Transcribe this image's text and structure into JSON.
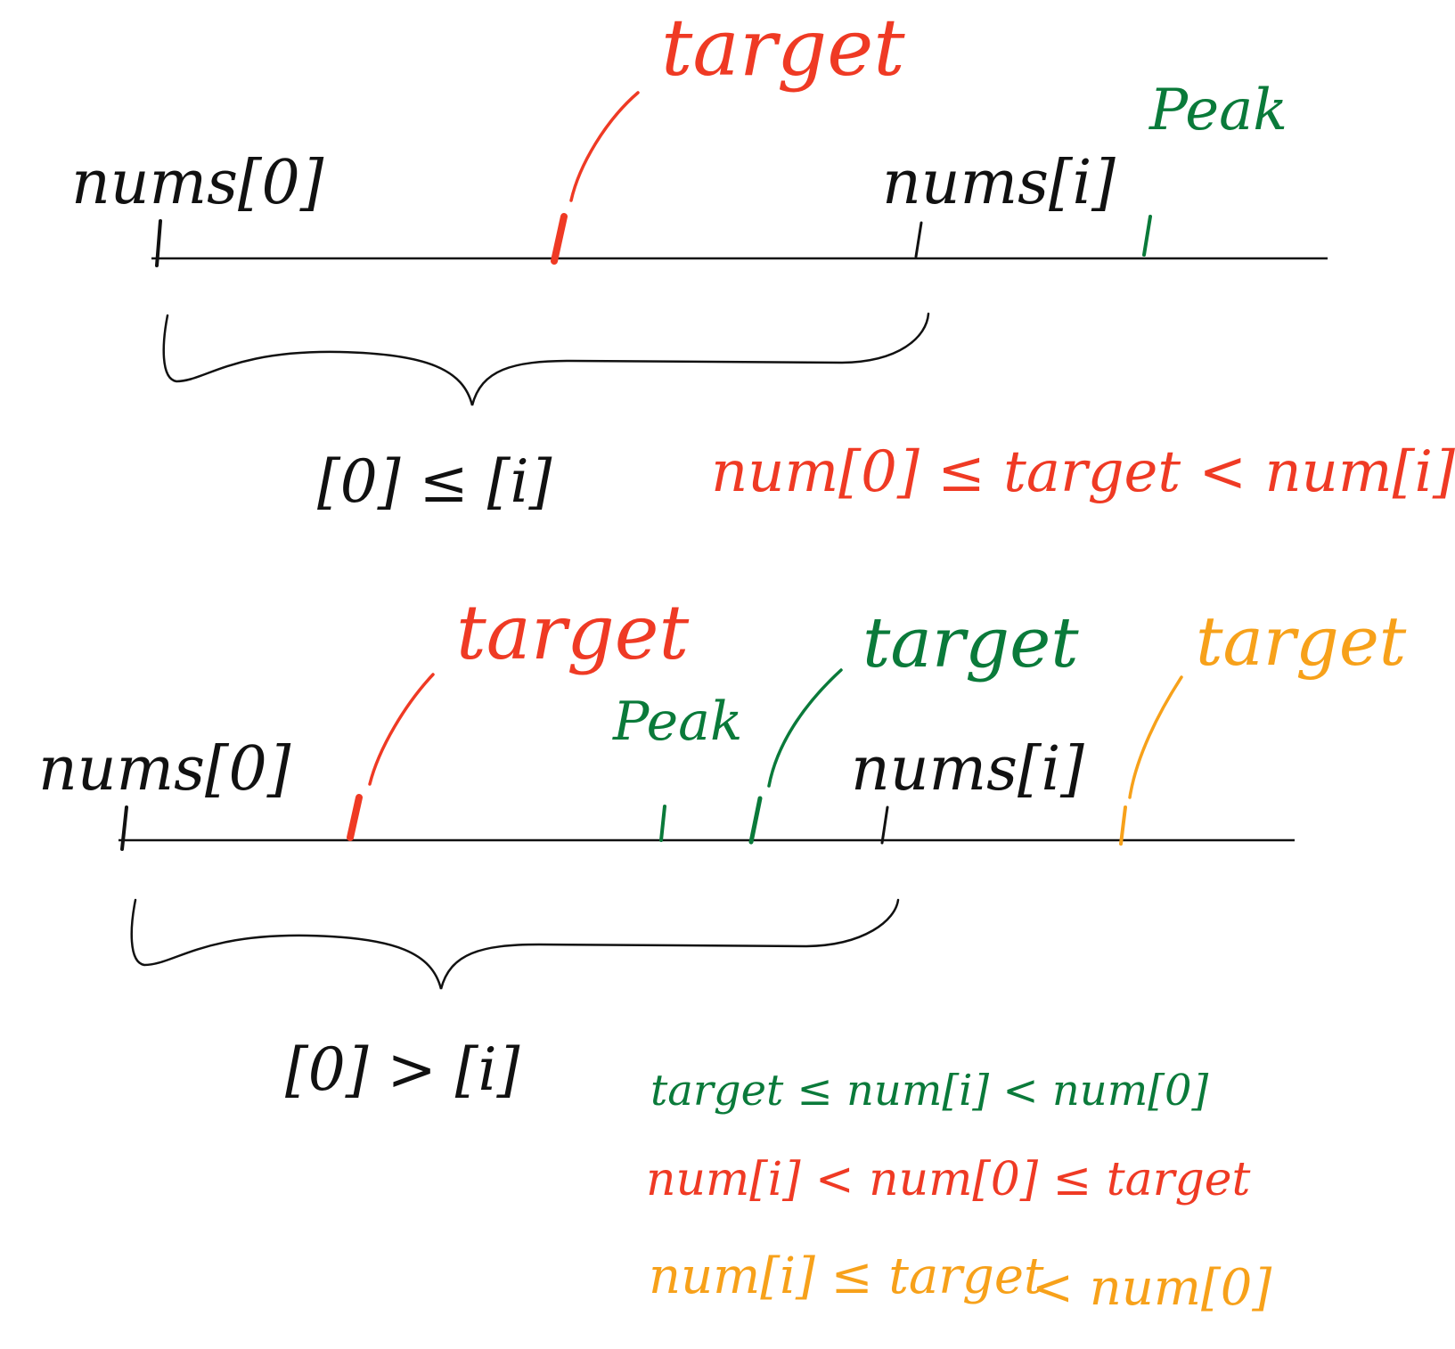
{
  "colors": {
    "black": "#111111",
    "red": "#ef3a24",
    "green": "#0a7a3a",
    "orange": "#f7a11a"
  },
  "diagram_top": {
    "label_target": "target",
    "label_peak": "Peak",
    "label_left_end": "nums[0]",
    "label_right_end": "nums[i]",
    "brace_condition": "[0] ≤ [i]",
    "inequality": "num[0] ≤ target < num[i]"
  },
  "diagram_bottom": {
    "label_target_red": "target",
    "label_target_green": "target",
    "label_target_orange": "target",
    "label_peak": "Peak",
    "label_left_end": "nums[0]",
    "label_right_end": "nums[i]",
    "brace_condition": "[0] > [i]",
    "inequality_green": "target ≤ num[i] < num[0]",
    "inequality_red": "num[i] < num[0] ≤ target",
    "inequality_orange_left": "num[i] ≤ target",
    "inequality_orange_right": "< num[0]"
  }
}
